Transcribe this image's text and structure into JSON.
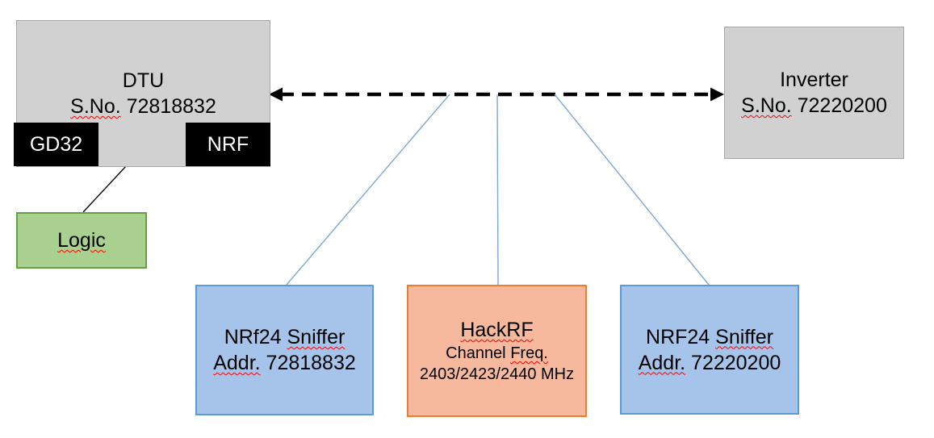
{
  "colors": {
    "gray_fill": "#D1D1D1",
    "gray_border": "#A6A6A6",
    "blue_fill": "#A6C4E9",
    "blue_border": "#5B9BD5",
    "orange_fill": "#F7B99E",
    "orange_border": "#ED7D31",
    "green_fill": "#A9D08E",
    "green_border": "#62A144",
    "chip_fill": "#000000",
    "chip_text": "#FFFFFF",
    "connector_blue": "#7EA6D8",
    "connector_black": "#000000",
    "squiggle_red": "#FF0000",
    "text_black": "#000000"
  },
  "dtu": {
    "title": "DTU",
    "serial_label": "S.No.",
    "serial_number": " 72818832",
    "gd32_label": "GD32",
    "nrf_label": "NRF"
  },
  "logic": {
    "label": "Logic"
  },
  "inverter": {
    "title": "Inverter",
    "serial_label": "S.No.",
    "serial_number": " 72220200"
  },
  "sniffer_left": {
    "title_prefix": "NRf24 ",
    "title_word": "Sniffer",
    "addr_label": "Addr.",
    "addr_value": " 72818832"
  },
  "hackrf": {
    "title": "HackRF",
    "subtitle_prefix": "Channel ",
    "subtitle_word": "Freq.",
    "frequencies": "2403/2423/2440 MHz"
  },
  "sniffer_right": {
    "title_prefix": "NRF24 ",
    "title_word": "Sniffer",
    "addr_label": "Addr.",
    "addr_value": " 72220200"
  }
}
